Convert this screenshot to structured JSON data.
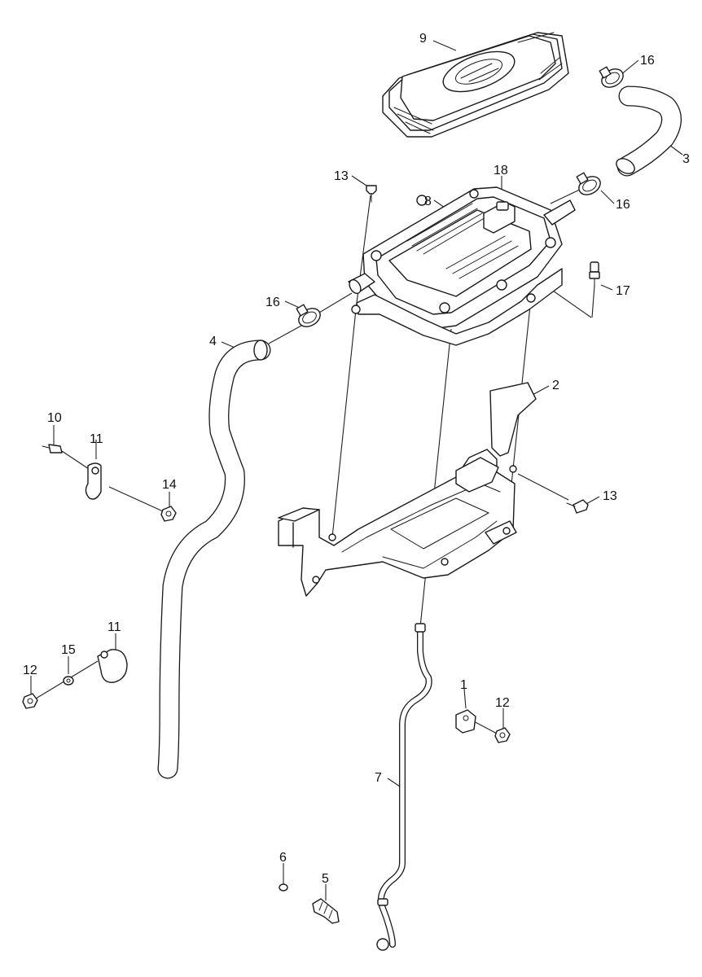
{
  "diagram": {
    "callouts": [
      {
        "key": "c9",
        "text": "9"
      },
      {
        "key": "c16a",
        "text": "16"
      },
      {
        "key": "c3",
        "text": "3"
      },
      {
        "key": "c13a",
        "text": "13"
      },
      {
        "key": "c18",
        "text": "18"
      },
      {
        "key": "c8",
        "text": "8"
      },
      {
        "key": "c16b",
        "text": "16"
      },
      {
        "key": "c17",
        "text": "17"
      },
      {
        "key": "c16c",
        "text": "16"
      },
      {
        "key": "c4",
        "text": "4"
      },
      {
        "key": "c2",
        "text": "2"
      },
      {
        "key": "c10",
        "text": "10"
      },
      {
        "key": "c11a",
        "text": "11"
      },
      {
        "key": "c14",
        "text": "14"
      },
      {
        "key": "c13b",
        "text": "13"
      },
      {
        "key": "c11b",
        "text": "11"
      },
      {
        "key": "c15",
        "text": "15"
      },
      {
        "key": "c12a",
        "text": "12"
      },
      {
        "key": "c1",
        "text": "1"
      },
      {
        "key": "c12b",
        "text": "12"
      },
      {
        "key": "c7",
        "text": "7"
      },
      {
        "key": "c6",
        "text": "6"
      },
      {
        "key": "c5",
        "text": "5"
      }
    ]
  }
}
